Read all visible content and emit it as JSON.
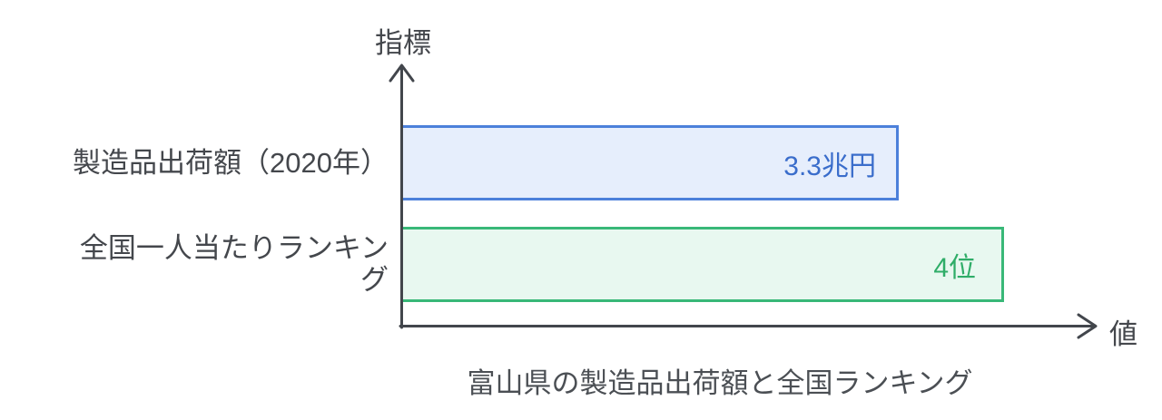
{
  "chart_data": {
    "type": "bar",
    "orientation": "horizontal",
    "title": "富山県の製造品出荷額と全国ランキング",
    "xlabel": "値",
    "ylabel": "指標",
    "categories": [
      "製造品出荷額（2020年）",
      "全国一人当たりランキング"
    ],
    "category_display": [
      "製造品出荷額（2020年）",
      "全国一人当たりランキン\nグ"
    ],
    "series": [
      {
        "name": "値",
        "values": [
          3.3,
          4
        ]
      }
    ],
    "value_labels": [
      "3.3兆円",
      "4位"
    ],
    "units": [
      "兆円",
      "位"
    ],
    "legend": false,
    "grid": false,
    "axis_arrows": true,
    "colors": {
      "axis": "#42464c",
      "label_text": "#44474c",
      "title_text": "#4b4f54",
      "bar1_fill": "#e6eefc",
      "bar1_border": "#4c80da",
      "bar1_value_text": "#3a6dcb",
      "bar2_fill": "#e8f8f0",
      "bar2_border": "#39b878",
      "bar2_value_text": "#2fad68",
      "background": "#ffffff"
    }
  }
}
